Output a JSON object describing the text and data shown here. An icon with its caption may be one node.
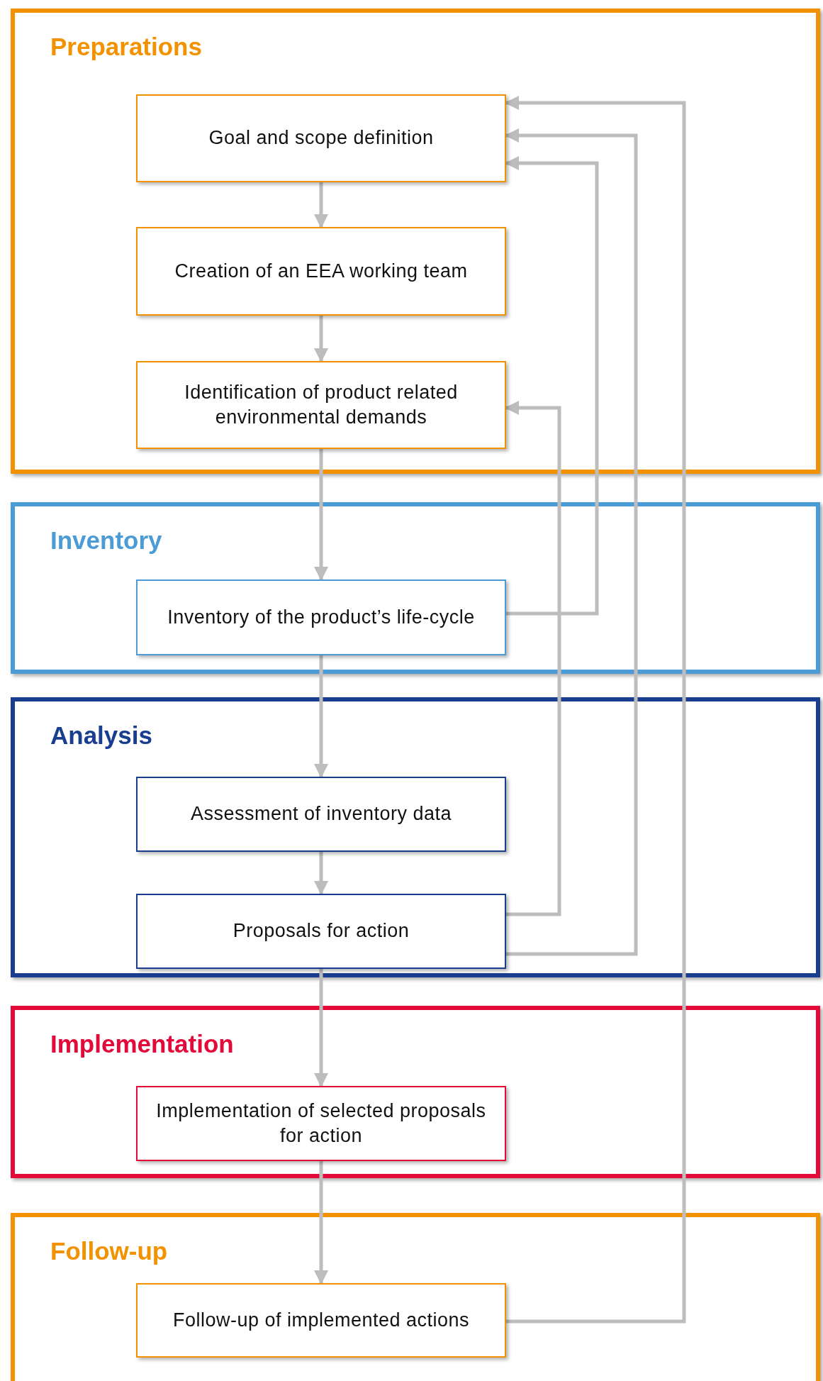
{
  "diagram": {
    "nodes": [
      {
        "text": [
          "Preparations"
        ]
      },
      {
        "text": [
          "Goal and scope definition"
        ],
        "in": 0
      },
      {
        "text": [
          "Creation of an EEA working team"
        ],
        "in": 0
      },
      {
        "text": [
          "Identification of product related environmental demands"
        ],
        "in": 0
      },
      {
        "text": [
          "Inventory"
        ]
      },
      {
        "text": [
          "Inventory of the product’s life-cycle"
        ],
        "in": 4
      },
      {
        "text": [
          "Analysis"
        ]
      },
      {
        "text": [
          "Assessment of inventory data"
        ],
        "in": 6
      },
      {
        "text": [
          "Proposals for action"
        ],
        "in": 6
      },
      {
        "text": [
          "Implementation"
        ]
      },
      {
        "text": [
          "Implementation of selected proposals for action"
        ],
        "in": 9
      },
      {
        "text": [
          "Follow-up"
        ]
      },
      {
        "text": [
          "Follow-up of implemented actions"
        ],
        "in": 11
      }
    ],
    "edges": [
      {
        "from": 1,
        "to": 2,
        "arrow": "to"
      },
      {
        "from": 2,
        "to": 3,
        "arrow": "to"
      },
      {
        "from": 3,
        "to": 5,
        "arrow": "to"
      },
      {
        "from": 5,
        "to": 7,
        "arrow": "to"
      },
      {
        "from": 7,
        "to": 8,
        "arrow": "to"
      },
      {
        "from": 8,
        "to": 10,
        "arrow": "to"
      },
      {
        "from": 10,
        "to": 12,
        "arrow": "to"
      },
      {
        "from": 5,
        "to": 1,
        "arrow": "to"
      },
      {
        "from": 8,
        "to": 3,
        "arrow": "to"
      },
      {
        "from": 8,
        "to": 1,
        "arrow": "to"
      },
      {
        "from": 12,
        "to": 1,
        "arrow": "to"
      }
    ]
  }
}
